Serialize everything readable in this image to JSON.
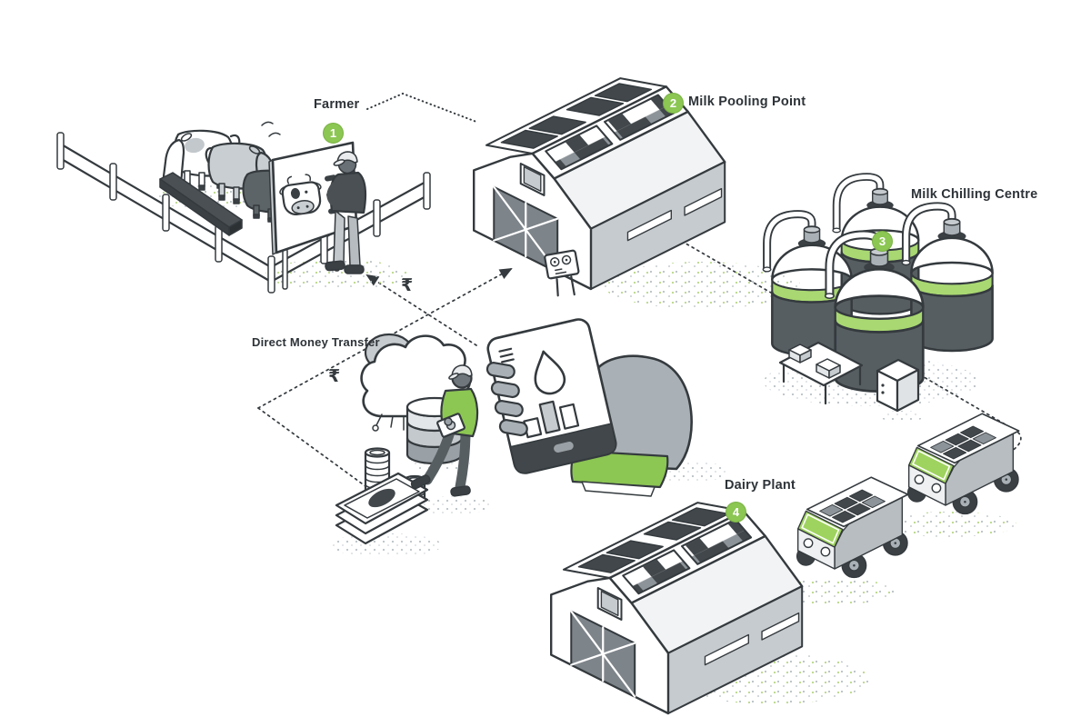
{
  "scene": {
    "steps": [
      {
        "number": "1",
        "label": "Farmer"
      },
      {
        "number": "2",
        "label": "Milk Pooling Point"
      },
      {
        "number": "3",
        "label": "Milk Chilling Centre"
      },
      {
        "number": "4",
        "label": "Dairy Plant"
      }
    ],
    "transfer_label": "Direct Money Transfer",
    "currency_symbols": {
      "exchange": "₹",
      "payment": "₹"
    }
  },
  "colors": {
    "ink": "#343a3e",
    "label": "#2d3338",
    "green": "#8cc653",
    "band_green": "#a9d872",
    "gray_light": "#e9ebed",
    "gray_mid": "#c6cbcf",
    "gray": "#9aa1a6",
    "gray_dark": "#575e62",
    "charcoal": "#3a4044",
    "panel": "#41474b",
    "windshield": "#9fd35f",
    "paper": "#ffffff"
  }
}
